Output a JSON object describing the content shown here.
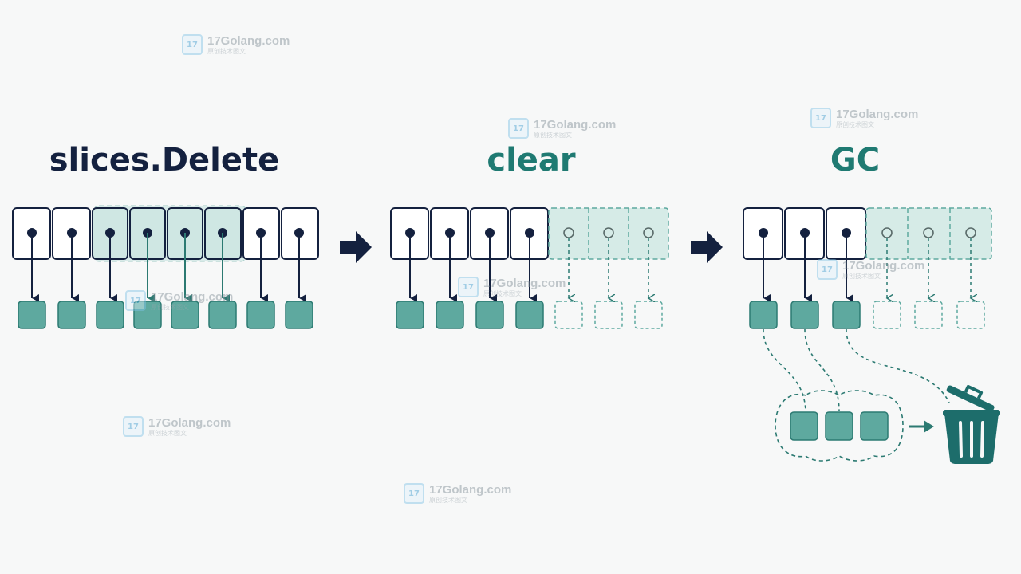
{
  "panels": [
    {
      "title": "slices.Delete",
      "title_color": "#14213f"
    },
    {
      "title": "clear",
      "title_color": "#1f7a72"
    },
    {
      "title": "GC",
      "title_color": "#1f7a72"
    }
  ],
  "colors": {
    "navy": "#14213f",
    "teal": "#5ea99f",
    "teal_dark": "#2c7a72",
    "teal_highlight": "#a9d3cd",
    "bin": "#1d6d6b"
  },
  "icons": [
    "arrow-right-icon",
    "trash-bin-icon",
    "watermark-logo-icon"
  ],
  "watermark": {
    "site": "17Golang.com",
    "sub": "原创技术图文"
  }
}
